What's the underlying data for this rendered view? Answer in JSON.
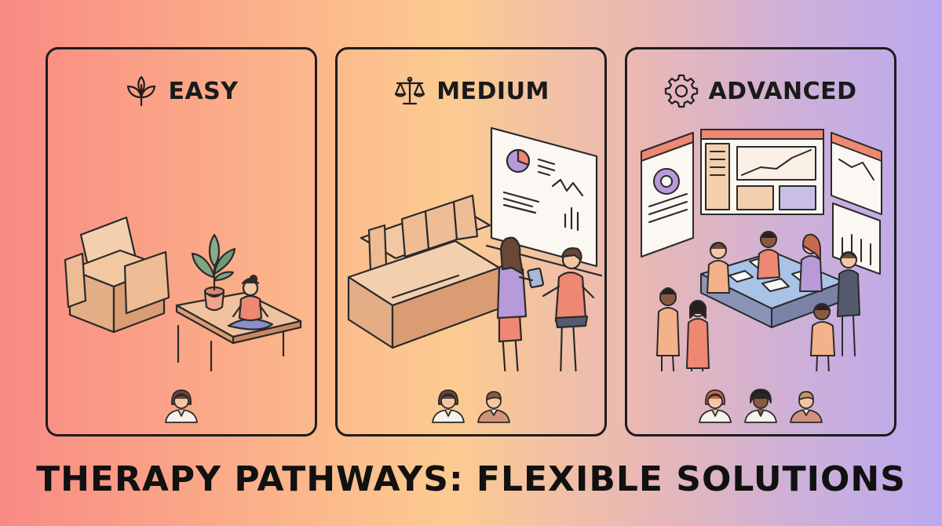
{
  "cards": [
    {
      "title": "EASY",
      "icon": "leaf-icon",
      "staff_count": 1
    },
    {
      "title": "MEDIUM",
      "icon": "scales-icon",
      "staff_count": 2
    },
    {
      "title": "ADVANCED",
      "icon": "gear-icon",
      "staff_count": 3
    }
  ],
  "headline": "THERAPY PATHWAYS: FLEXIBLE SOLUTIONS",
  "colors": {
    "outline": "#1d1d1d",
    "furniture": "#e9b895",
    "accent": "#e77e6a",
    "figure_purple": "#b99ad8"
  }
}
